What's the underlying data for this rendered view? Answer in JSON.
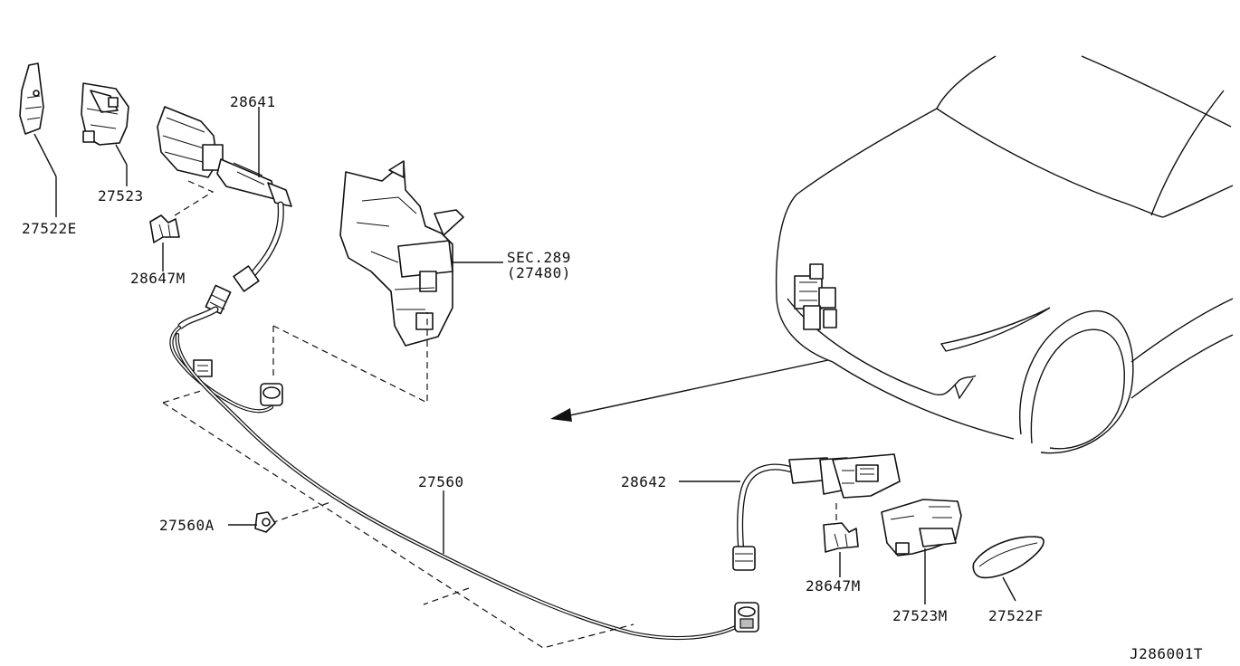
{
  "diagram": {
    "code": "J286001T",
    "labels": {
      "p27522e": "27522E",
      "p27523": "27523",
      "p28641": "28641",
      "p28647m_left": "28647M",
      "sec_line1": "SEC.289",
      "sec_line2": "(27480)",
      "p27560": "27560",
      "p27560a": "27560A",
      "p28642": "28642",
      "p28647m_right": "28647M",
      "p27523m": "27523M",
      "p27522f": "27522F"
    }
  }
}
